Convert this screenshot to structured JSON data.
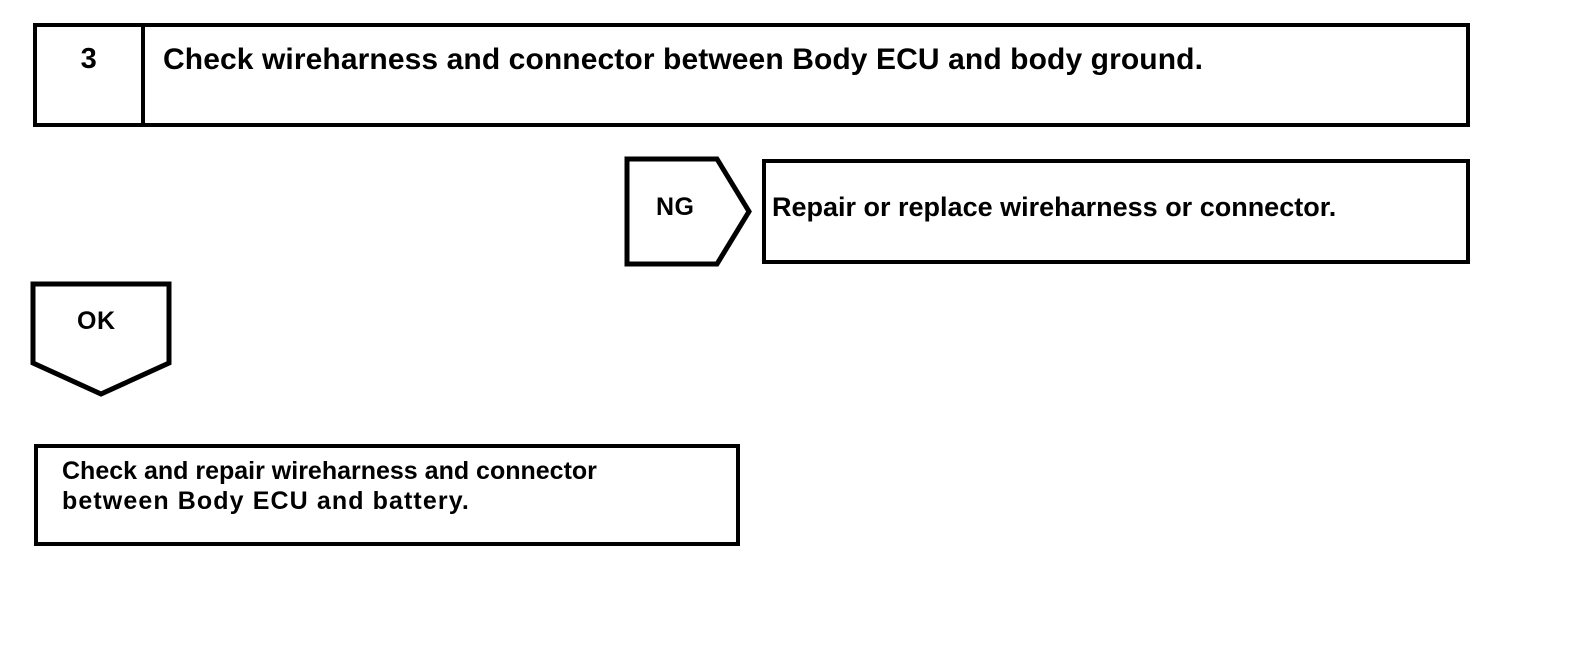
{
  "diagram": {
    "type": "troubleshooting-flowchart",
    "colors": {
      "line": "#000000",
      "background": "#ffffff",
      "text": "#000000"
    },
    "step": {
      "number": "3",
      "instruction": "Check wireharness and connector between Body ECU and body ground."
    },
    "branches": {
      "ng": {
        "label": "NG",
        "shape": "pentagon-right",
        "result": "Repair or replace wireharness or connector."
      },
      "ok": {
        "label": "OK",
        "shape": "pentagon-down",
        "result_line1": "Check and repair wireharness and connector",
        "result_line2": "between  Body  ECU  and  battery."
      }
    }
  }
}
